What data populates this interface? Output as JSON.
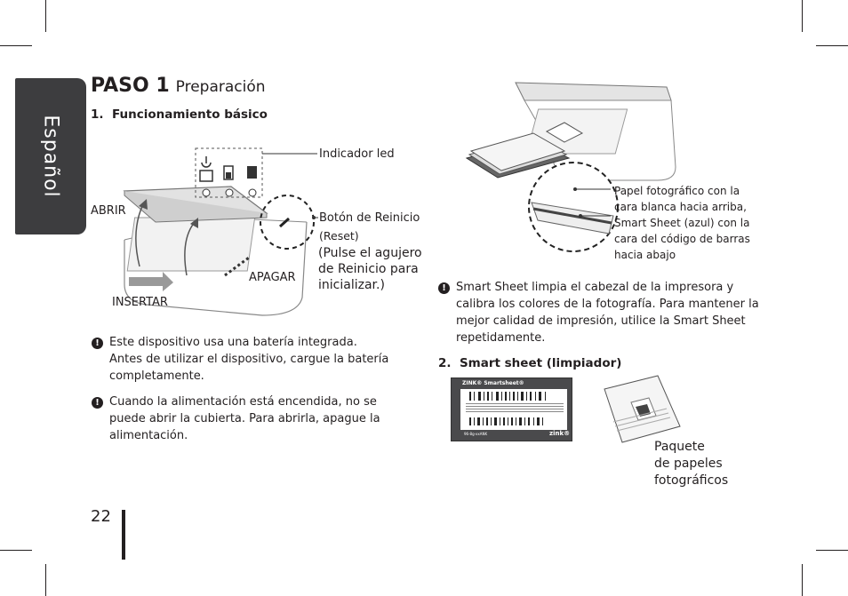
{
  "side_tab": "Español",
  "header": {
    "step": "PASO 1",
    "title": "Preparación"
  },
  "section1": {
    "number": "1.",
    "title": "Funcionamiento básico"
  },
  "diagram1": {
    "indicator_led": "Indicador led",
    "reset_button": "Botón de Reinicio",
    "reset_sub": "(Reset)",
    "reset_note_lines": [
      "(Pulse el agujero",
      "de Reinicio para",
      "inicializar.)"
    ],
    "open_label": "ABRIR",
    "off_label": "APAGAR",
    "insert_label": "INSERTAR"
  },
  "notes_left": [
    {
      "lines": [
        "Este dispositivo usa una batería integrada.",
        "Antes de utilizar el dispositivo, cargue la batería",
        "completamente."
      ]
    },
    {
      "lines": [
        "Cuando la alimentación está encendida, no se",
        "puede abrir la cubierta. Para abrirla, apague la",
        "alimentación."
      ]
    }
  ],
  "diagram2": {
    "paper_lines": [
      "Papel fotográfico con la",
      "cara blanca hacia arriba,",
      "Smart Sheet (azul) con la",
      "cara del código de barras",
      "hacia abajo"
    ]
  },
  "note_right": {
    "lines": [
      "Smart Sheet limpia el cabezal de la impresora y",
      "calibra los colores de la fotografía. Para mantener la",
      "mejor calidad de impresión, utilice la Smart Sheet",
      "repetidamente."
    ]
  },
  "section2": {
    "number": "2.",
    "title": "Smart sheet (limpiador)"
  },
  "smartsheet": {
    "brand": "ZINK® Smartsheet®",
    "logo": "zink®",
    "ref": "96-8g-xxANK"
  },
  "pack_label_lines": [
    "Paquete",
    "de papeles",
    "fotográficos"
  ],
  "page_number": "22",
  "bang_symbol": "!"
}
